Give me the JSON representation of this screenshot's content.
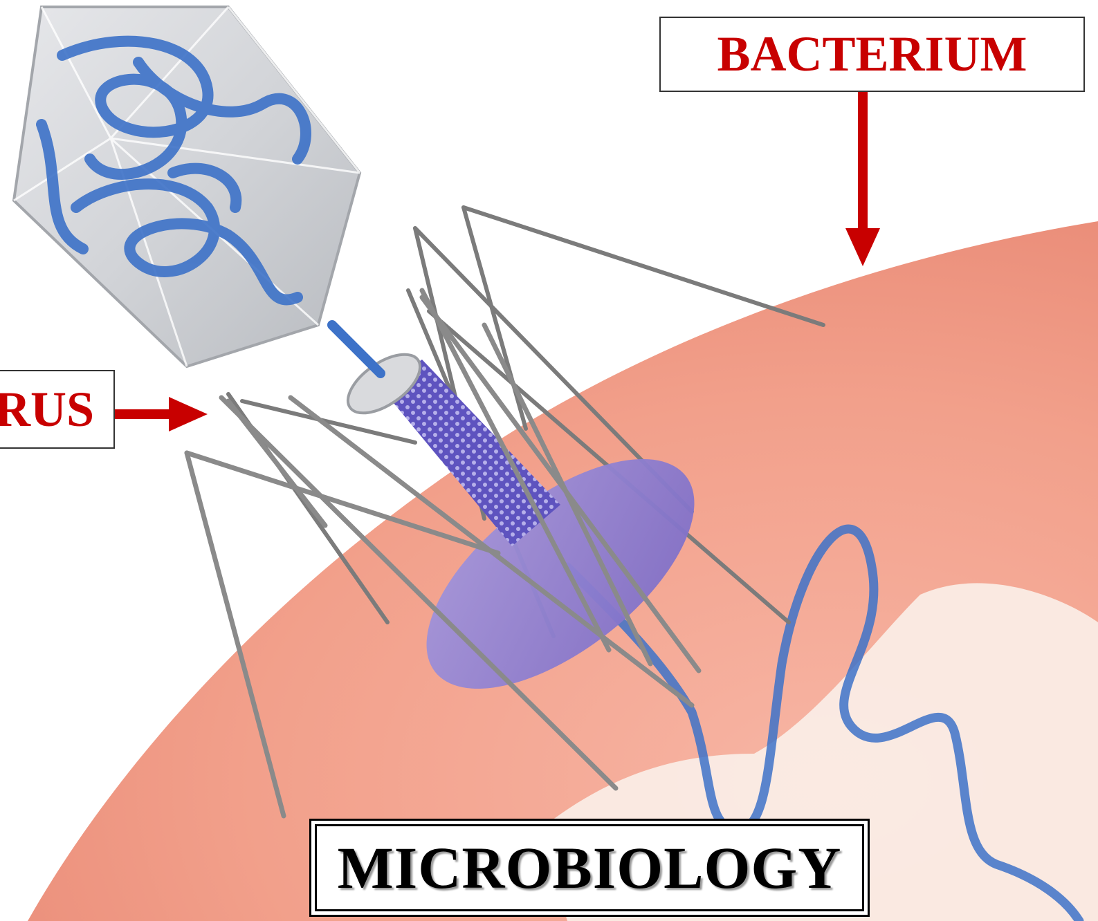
{
  "labels": {
    "bacterium": "BACTERIUM",
    "virus": "RUS",
    "title": "MICROBIOLOGY"
  },
  "colors": {
    "label_text": "#c80000",
    "arrow": "#c80000",
    "title_text": "#000000",
    "bacterium_fill": "#f2a28f",
    "virus_head_fill": "#d4d6da",
    "dna_strand": "#3d72c8",
    "tail_sheath": "#6a5fc6",
    "base_plate": "#8e7fd0",
    "tail_fiber": "#8a8a8a"
  },
  "icons": {
    "bacterium_arrow": "arrow-down-icon",
    "virus_arrow": "arrow-right-icon"
  }
}
